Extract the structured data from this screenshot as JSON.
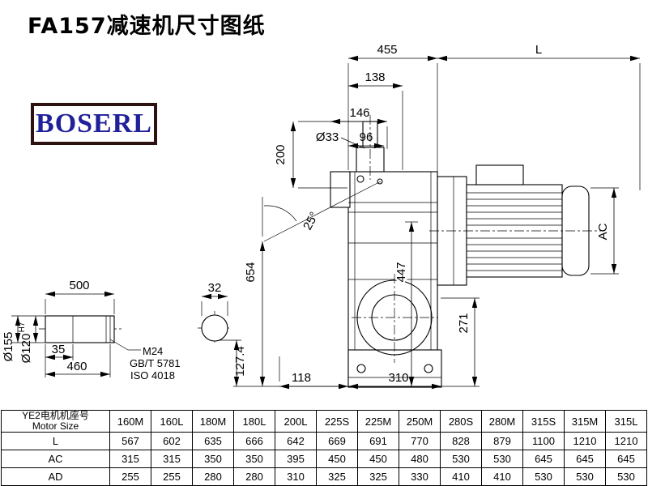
{
  "page": {
    "title": "FA157减速机尺寸图纸"
  },
  "logo": {
    "text": "BOSERL"
  },
  "drawing": {
    "dims": {
      "total_width": "455",
      "motor_len_label": "L",
      "w138": "138",
      "w146": "146",
      "w96": "96",
      "shaft_dia": "Ø33",
      "h200": "200",
      "angle25": "25°",
      "h654": "654",
      "h447": "447",
      "ac_label": "AC",
      "h271": "271",
      "w118": "118",
      "w310": "310",
      "h127": "127.4",
      "w32": "32",
      "shaft_len": "500",
      "w35": "35",
      "w460": "460",
      "dia155": "Ø155",
      "dia120": "Ø120",
      "dia120_tol": "H7",
      "thread": "M24",
      "std_gb": "GB/T 5781",
      "std_iso": "ISO 4018"
    }
  },
  "table": {
    "header_cn": "YE2电机机座号",
    "header_en": "Motor Size",
    "columns": [
      "160M",
      "160L",
      "180M",
      "180L",
      "200L",
      "225S",
      "225M",
      "250M",
      "280S",
      "280M",
      "315S",
      "315M",
      "315L"
    ],
    "rows": [
      {
        "label": "L",
        "values": [
          "567",
          "602",
          "635",
          "666",
          "642",
          "669",
          "691",
          "770",
          "828",
          "879",
          "1100",
          "1210",
          "1210"
        ]
      },
      {
        "label": "AC",
        "values": [
          "315",
          "315",
          "350",
          "350",
          "395",
          "450",
          "450",
          "480",
          "530",
          "530",
          "645",
          "645",
          "645"
        ]
      },
      {
        "label": "AD",
        "values": [
          "255",
          "255",
          "280",
          "280",
          "310",
          "325",
          "325",
          "330",
          "410",
          "410",
          "530",
          "530",
          "530"
        ]
      }
    ]
  }
}
